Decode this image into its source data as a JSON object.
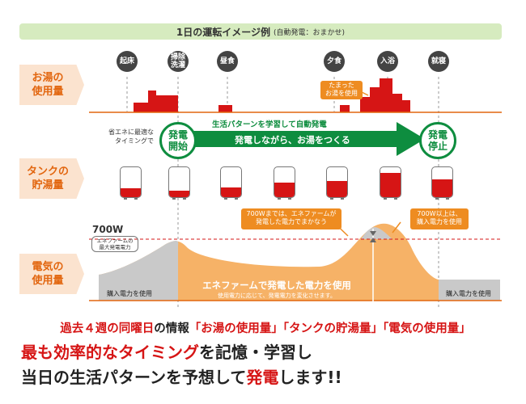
{
  "banner": {
    "title": "1日の運転イメージ例",
    "sub": "(自動発電：おまかせ)"
  },
  "events": [
    {
      "label": "起床"
    },
    {
      "label": "掃除\n洗濯"
    },
    {
      "label": "昼食"
    },
    {
      "label": "夕食"
    },
    {
      "label": "入浴"
    },
    {
      "label": "就寝"
    }
  ],
  "rows": {
    "hot_water": "お湯の\n使用量",
    "tank": "タンクの\n貯湯量",
    "power": "電気の\n使用量"
  },
  "hot_water_note": "たまった\nお湯を使用",
  "arrow": {
    "left_note": "省エネに最適な\nタイミングで",
    "start": "発電\n開始",
    "stop": "発電\n停止",
    "top_text": "生活パターンを学習して自動発電",
    "main_text": "発電しながら、お湯をつくる"
  },
  "tank_levels": [
    0.3,
    0.22,
    0.32,
    0.48,
    0.55,
    0.8,
    0.6
  ],
  "power": {
    "limit_label": "700W",
    "limit_sub": "エネファームの\n最大発電電力",
    "note_left": "700Wまでは、エネファームが\n発電した電力でまかなう",
    "note_right": "700W以上は、\n購入電力を使用",
    "buy_left": "購入電力を使用",
    "buy_right": "購入電力を使用",
    "ene_main": "エネファームで発電した電力を使用",
    "ene_sub": "使用電力に応じて、発電電力を変化させます。"
  },
  "footer": {
    "l1a": "過去４週の同曜日",
    "l1b": "の情報",
    "l1c": "「お湯の使用量」「タンクの貯湯量」「電気の使用量」",
    "l2a": "最も効率的なタイミング",
    "l2b": "を記憶・学習し",
    "l3a": "当日の生活パターンを予想して",
    "l3b": "発電",
    "l3c": "します!!"
  },
  "colors": {
    "orange": "#e2660f",
    "green": "#0e8d3f",
    "red": "#d61515",
    "tank_red": "#d61515"
  }
}
